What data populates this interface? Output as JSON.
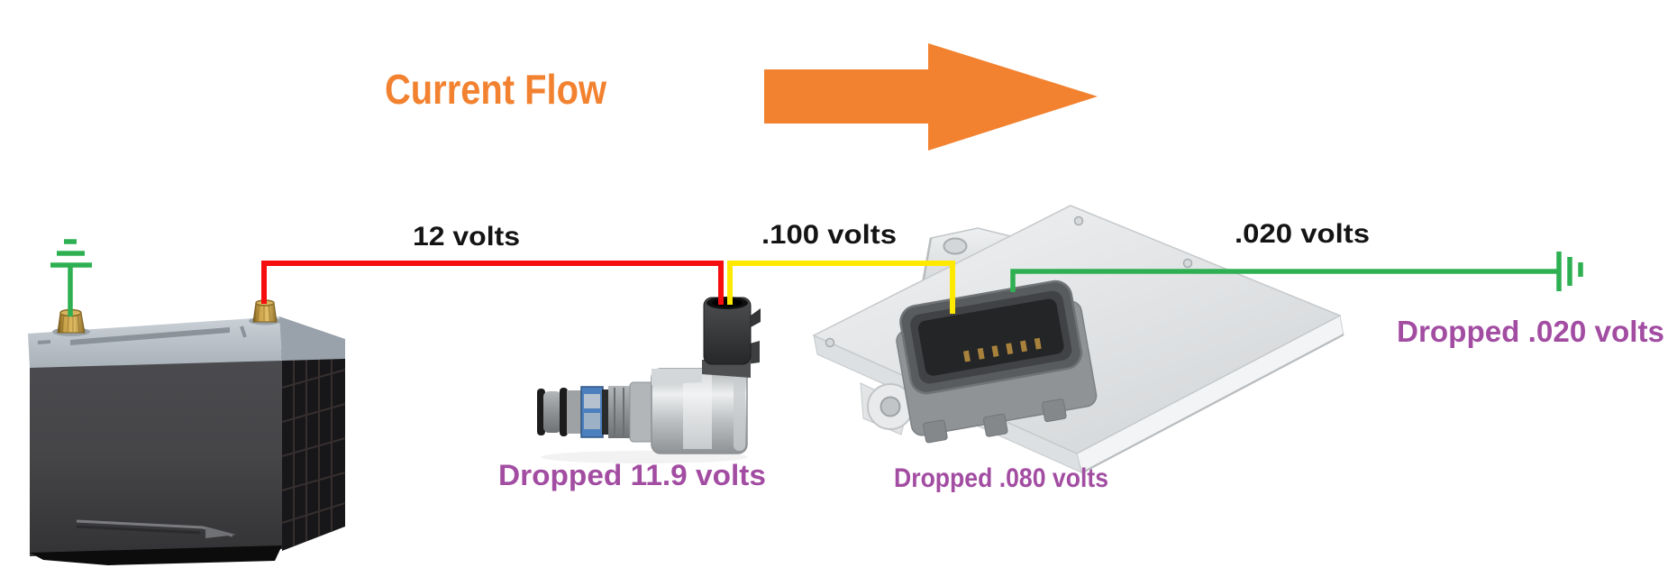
{
  "title": {
    "text": "Current Flow"
  },
  "colors": {
    "orange": "#F28230",
    "purple": "#A24DA2",
    "red": "#F50D10",
    "yellow": "#FFE900",
    "green": "#2EB052",
    "label": "#141414"
  },
  "labels": {
    "source_voltage": "12 volts",
    "solenoid_output_voltage": ".100 volts",
    "module_output_voltage": ".020 volts",
    "solenoid_drop": "Dropped 11.9 volts",
    "module_drop": "Dropped .080 volts",
    "ground_drop": "Dropped .020 volts"
  },
  "icons": {
    "battery": "car-battery-photo",
    "solenoid": "shift-solenoid-photo",
    "module": "control-module-photo",
    "ground_left": "ground-symbol",
    "ground_right": "ground-symbol",
    "arrow": "right-arrow"
  }
}
